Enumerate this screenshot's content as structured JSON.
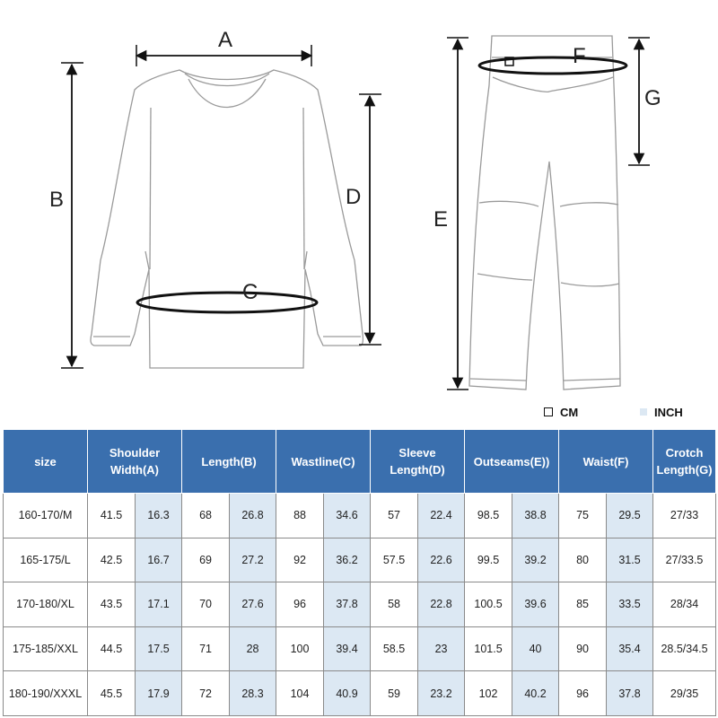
{
  "labels": {
    "a": "A",
    "b": "B",
    "c": "C",
    "d": "D",
    "e": "E",
    "f": "F",
    "g": "G"
  },
  "legend": {
    "cm": "CM",
    "inch": "INCH"
  },
  "table": {
    "headers": [
      "size",
      "Shoulder Width(A)",
      "Length(B)",
      "Wastline(C)",
      "Sleeve Length(D)",
      "Outseams(E))",
      "Waist(F)",
      "Crotch Length(G)"
    ],
    "rows": [
      {
        "size": "160-170/M",
        "a_cm": "41.5",
        "a_in": "16.3",
        "b_cm": "68",
        "b_in": "26.8",
        "c_cm": "88",
        "c_in": "34.6",
        "d_cm": "57",
        "d_in": "22.4",
        "e_cm": "98.5",
        "e_in": "38.8",
        "f_cm": "75",
        "f_in": "29.5",
        "g": "27/33"
      },
      {
        "size": "165-175/L",
        "a_cm": "42.5",
        "a_in": "16.7",
        "b_cm": "69",
        "b_in": "27.2",
        "c_cm": "92",
        "c_in": "36.2",
        "d_cm": "57.5",
        "d_in": "22.6",
        "e_cm": "99.5",
        "e_in": "39.2",
        "f_cm": "80",
        "f_in": "31.5",
        "g": "27/33.5"
      },
      {
        "size": "170-180/XL",
        "a_cm": "43.5",
        "a_in": "17.1",
        "b_cm": "70",
        "b_in": "27.6",
        "c_cm": "96",
        "c_in": "37.8",
        "d_cm": "58",
        "d_in": "22.8",
        "e_cm": "100.5",
        "e_in": "39.6",
        "f_cm": "85",
        "f_in": "33.5",
        "g": "28/34"
      },
      {
        "size": "175-185/XXL",
        "a_cm": "44.5",
        "a_in": "17.5",
        "b_cm": "71",
        "b_in": "28",
        "c_cm": "100",
        "c_in": "39.4",
        "d_cm": "58.5",
        "d_in": "23",
        "e_cm": "101.5",
        "e_in": "40",
        "f_cm": "90",
        "f_in": "35.4",
        "g": "28.5/34.5"
      },
      {
        "size": "180-190/XXXL",
        "a_cm": "45.5",
        "a_in": "17.9",
        "b_cm": "72",
        "b_in": "28.3",
        "c_cm": "104",
        "c_in": "40.9",
        "d_cm": "59",
        "d_in": "23.2",
        "e_cm": "102",
        "e_in": "40.2",
        "f_cm": "96",
        "f_in": "37.8",
        "g": "29/35"
      }
    ]
  }
}
